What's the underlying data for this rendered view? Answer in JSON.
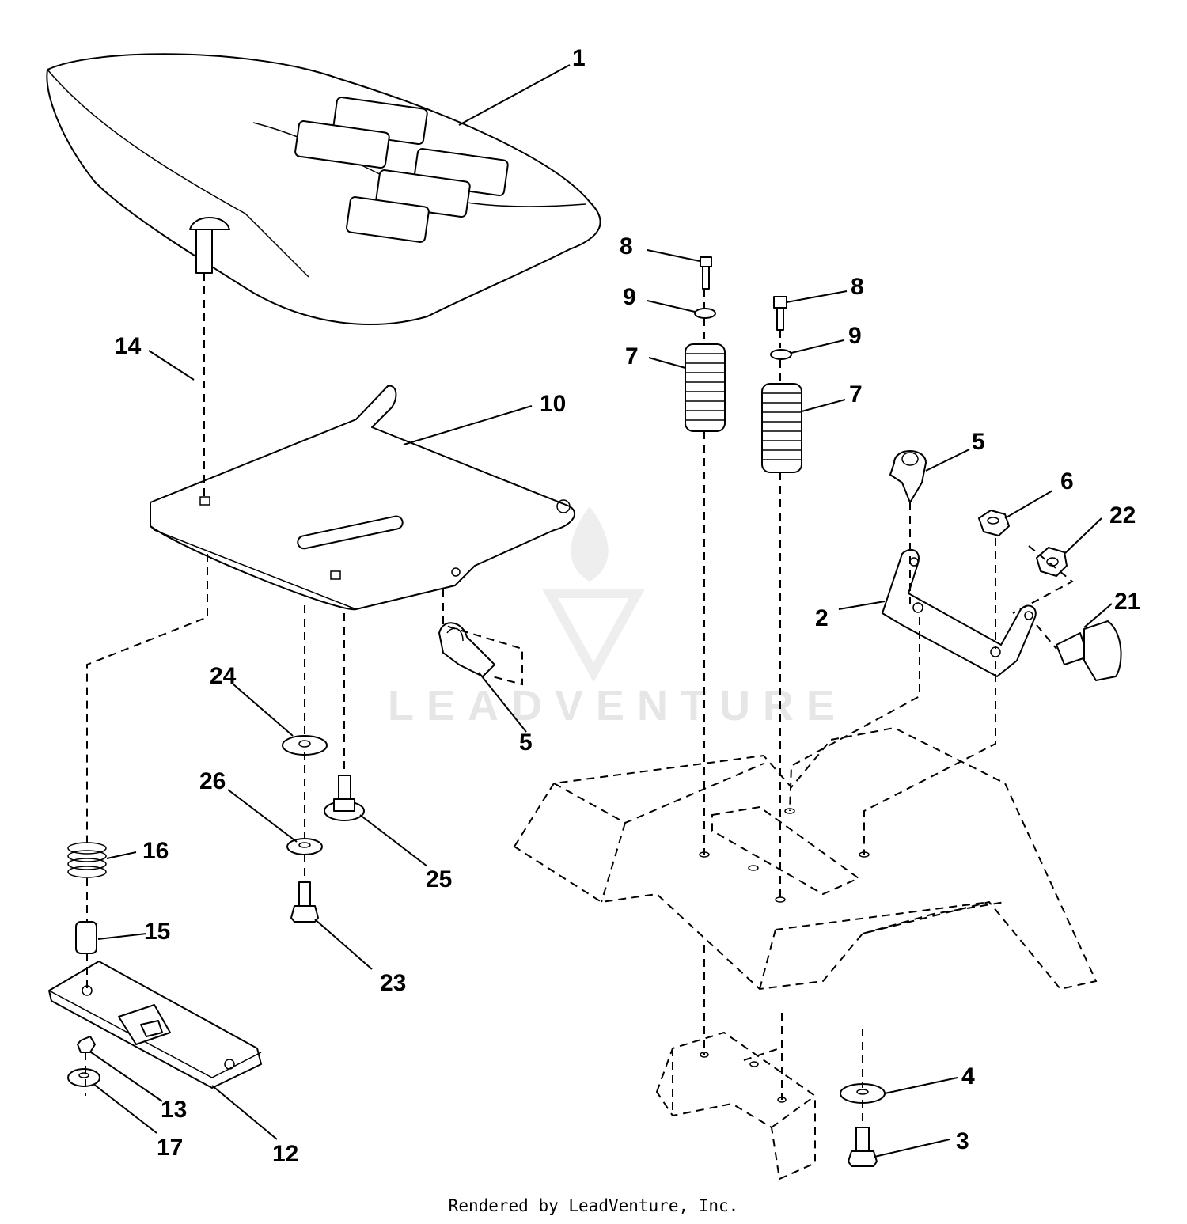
{
  "watermark": {
    "brand": "LEADVENTURE"
  },
  "footer": {
    "text": "Rendered by LeadVenture, Inc."
  },
  "callouts": [
    {
      "id": "1",
      "label": "1"
    },
    {
      "id": "2",
      "label": "2"
    },
    {
      "id": "3",
      "label": "3"
    },
    {
      "id": "4",
      "label": "4"
    },
    {
      "id": "5a",
      "label": "5"
    },
    {
      "id": "5b",
      "label": "5"
    },
    {
      "id": "6",
      "label": "6"
    },
    {
      "id": "7a",
      "label": "7"
    },
    {
      "id": "7b",
      "label": "7"
    },
    {
      "id": "8a",
      "label": "8"
    },
    {
      "id": "8b",
      "label": "8"
    },
    {
      "id": "9a",
      "label": "9"
    },
    {
      "id": "9b",
      "label": "9"
    },
    {
      "id": "10",
      "label": "10"
    },
    {
      "id": "12",
      "label": "12"
    },
    {
      "id": "13",
      "label": "13"
    },
    {
      "id": "14",
      "label": "14"
    },
    {
      "id": "15",
      "label": "15"
    },
    {
      "id": "16",
      "label": "16"
    },
    {
      "id": "17",
      "label": "17"
    },
    {
      "id": "21",
      "label": "21"
    },
    {
      "id": "22",
      "label": "22"
    },
    {
      "id": "23",
      "label": "23"
    },
    {
      "id": "24",
      "label": "24"
    },
    {
      "id": "25",
      "label": "25"
    },
    {
      "id": "26",
      "label": "26"
    }
  ]
}
